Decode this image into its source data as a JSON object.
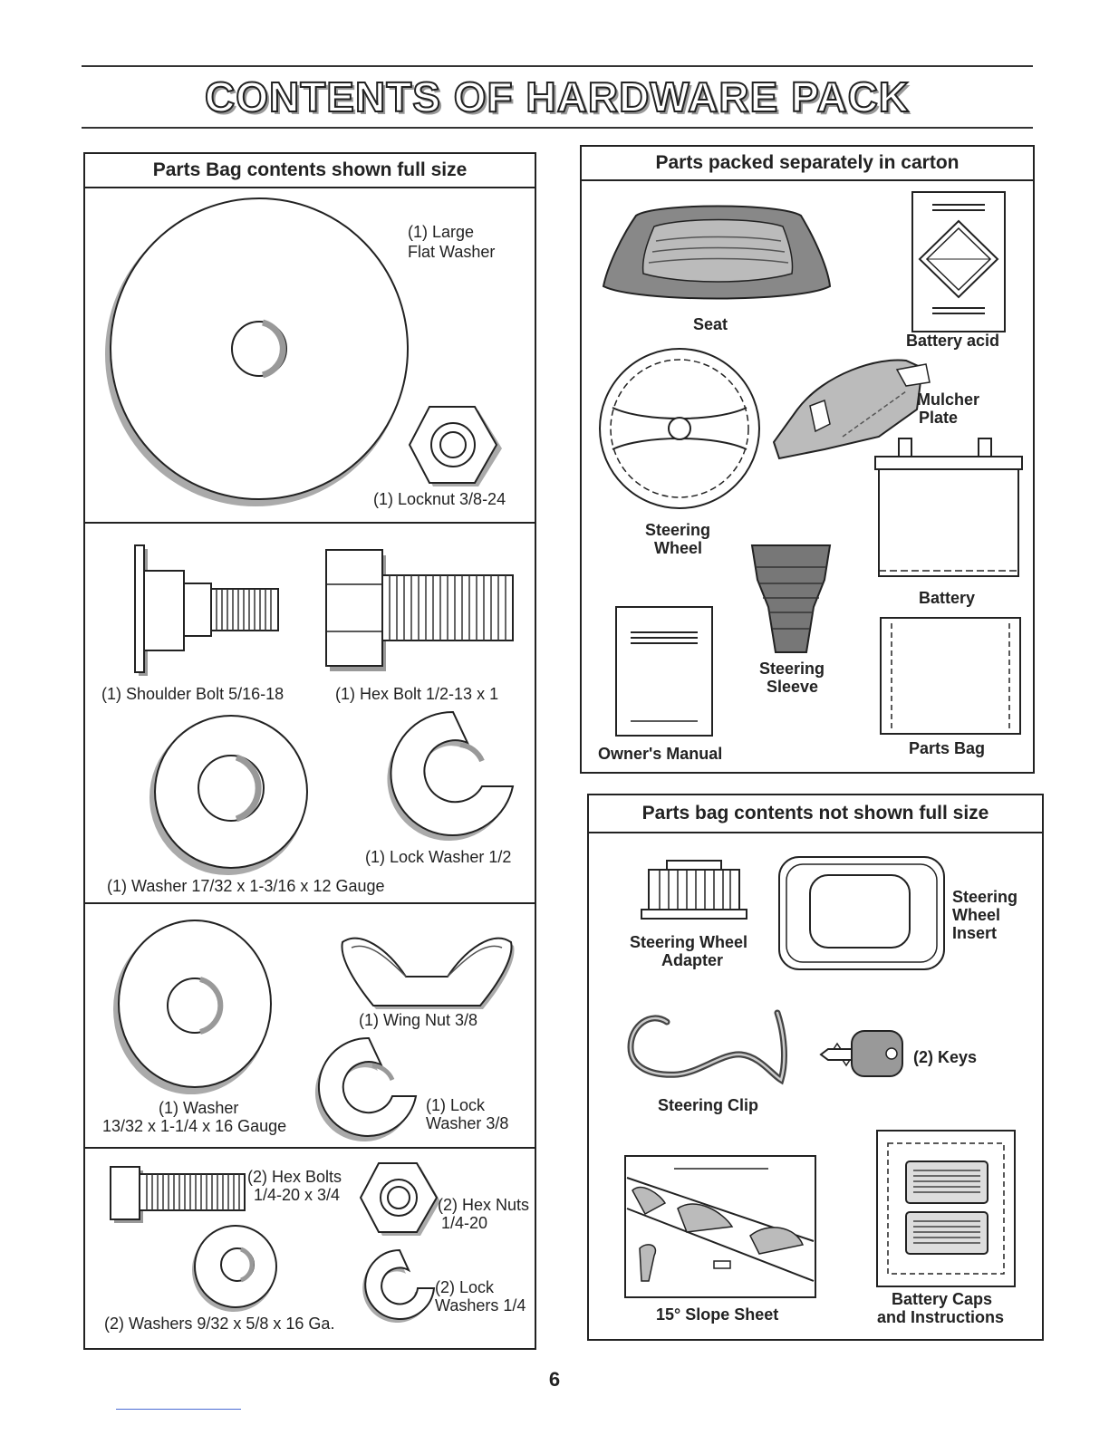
{
  "page_title": "CONTENTS OF HARDWARE PACK",
  "page_number": "6",
  "left_panel": {
    "heading": "Parts Bag contents shown full size",
    "labels": {
      "large_washer": "(1) Large\nFlat Washer",
      "locknut": "(1) Locknut  3/8-24",
      "shoulder_bolt": "(1) Shoulder Bolt  5/16-18",
      "hex_bolt": "(1) Hex Bolt  1/2-13 x 1",
      "lock_washer_half": "(1) Lock Washer  1/2",
      "washer_1732": "(1) Washer  17/32 x 1-3/16 x 12 Gauge",
      "wing_nut": "(1) Wing Nut  3/8",
      "washer_1332_a": "(1) Washer",
      "washer_1332_b": "13/32 x 1-1/4 x 16 Gauge",
      "lock_washer_38_a": "(1) Lock",
      "lock_washer_38_b": "Washer  3/8",
      "hex_bolts_a": "(2) Hex Bolts",
      "hex_bolts_b": "1/4-20 x 3/4",
      "hex_nuts_a": "(2) Hex Nuts",
      "hex_nuts_b": "1/4-20",
      "lock_washers_14_a": "(2) Lock",
      "lock_washers_14_b": "Washers  1/4",
      "washers_932": "(2) Washers  9/32  x 5/8 x 16 Ga."
    }
  },
  "right_top_panel": {
    "heading": "Parts packed separately in carton",
    "labels": {
      "seat": "Seat",
      "battery_acid": "Battery acid",
      "mulcher_a": "Mulcher",
      "mulcher_b": "Plate",
      "steering_wheel_a": "Steering",
      "steering_wheel_b": "Wheel",
      "battery": "Battery",
      "steering_sleeve_a": "Steering",
      "steering_sleeve_b": "Sleeve",
      "owners_manual": "Owner's Manual",
      "parts_bag": "Parts Bag"
    }
  },
  "right_bottom_panel": {
    "heading": "Parts bag contents not shown full size",
    "labels": {
      "adapter_a": "Steering Wheel",
      "adapter_b": "Adapter",
      "insert_a": "Steering",
      "insert_b": "Wheel",
      "insert_c": "Insert",
      "keys": "(2) Keys",
      "steering_clip": "Steering Clip",
      "slope_sheet": "15° Slope Sheet",
      "battery_caps_a": "Battery Caps",
      "battery_caps_b": "and Instructions"
    }
  }
}
